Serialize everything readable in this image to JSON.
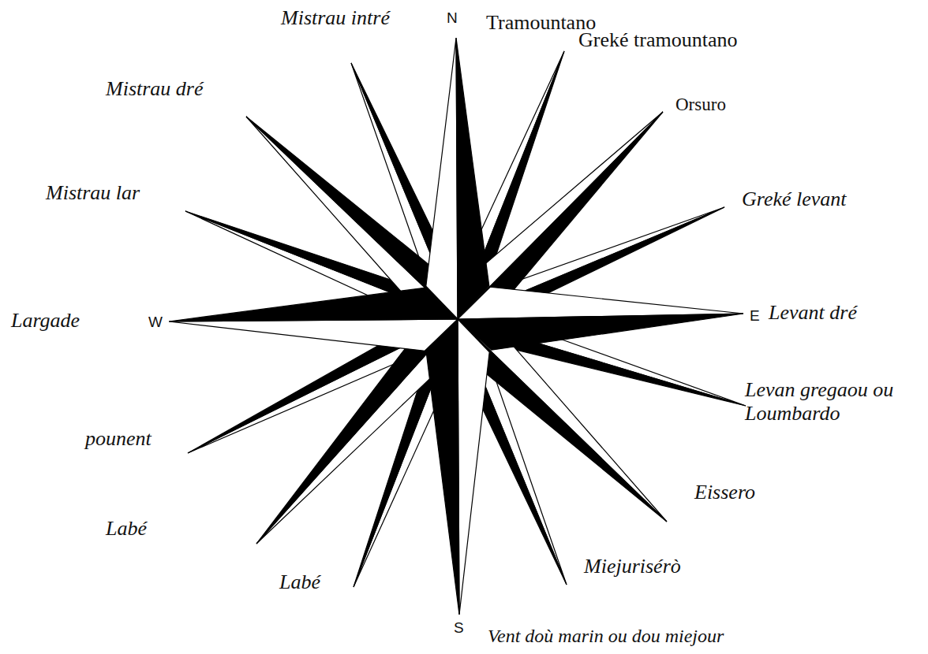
{
  "diagram": {
    "labels": [
      "N",
      "Tramountano",
      "Mistrau intré",
      "Greké tramountano",
      "Mistrau dré",
      "Orsuro",
      "Mistrau lar",
      "Greké levant",
      "Largade",
      "W",
      "E",
      "Levant dré",
      "pounent",
      "Levan gregaou ou Loumbardo",
      "Labé",
      "Eissero",
      "Labé",
      "Miejurisérò",
      "S",
      "Vent doù marin ou dou miejour"
    ]
  }
}
